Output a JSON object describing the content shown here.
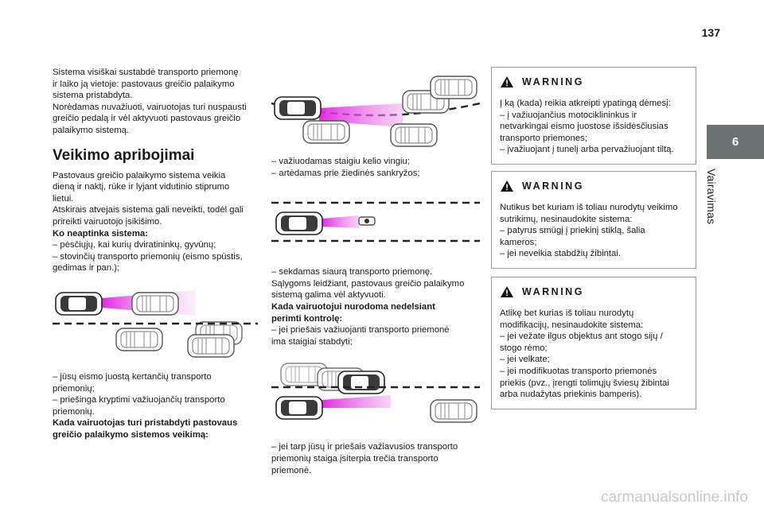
{
  "page_number": "137",
  "tab": {
    "number": "6",
    "label": "Vairavimas"
  },
  "col1": {
    "p1": [
      "Sistema visiškai sustabdė transporto priemonę",
      "ir laiko ją vietoje: pastovaus greičio palaikymo",
      "sistema pristabdyta.",
      "Norėdamas nuvažiuoti, vairuotojas turi nuspausti",
      "greičio pedalą ir vėl aktyvuoti pastovaus greičio",
      "palaikymo sistemą."
    ],
    "heading": "Veikimo apribojimai",
    "p2": [
      "Pastovaus greičio palaikymo sistema veikia",
      "dieną ir naktį, rūke ir lyjant vidutinio stiprumo",
      "lietui.",
      "Atskirais atvejais sistema gali neveikti, todėl gali",
      "prireikti vairuotojo įsikišimo."
    ],
    "sub1": "Ko neaptinka sistema:",
    "list1": [
      "–  pėsčiųjų, kai kurių dviratininkų, gyvūnų;",
      "–  stovinčių transporto priemonių (eismo spūstis,",
      "gedimas ir pan.);"
    ],
    "list2": [
      "–  jūsų eismo juostą kertančių transporto",
      "priemonių;",
      "–  priešinga kryptimi važiuojančių transporto",
      "priemonių."
    ],
    "sub2": [
      "Kada vairuotojas turi pristabdyti pastovaus",
      "greičio palaikymo sistemos veikimą:"
    ]
  },
  "col2": {
    "list1": [
      "–  važiuodamas staigiu kelio vingiu;",
      "–  artėdamas prie žiedinės sankryžos;"
    ],
    "list2": [
      "–  sekdamas siaurą transporto priemonę.",
      "Sąlygoms leidžiant, pastovaus greičio palaikymo",
      "sistemą galima vėl aktyvuoti."
    ],
    "sub": [
      "Kada vairuotojui nurodoma nedelsiant",
      "perimti kontrolę:"
    ],
    "list3": [
      "–  jei priešais važiuojanti transporto priemonė",
      "ima staigiai stabdyti;"
    ],
    "list4": [
      "–  jei tarp jūsų ir priešais važiavusios transporto",
      "priemonių staiga įsiterpia trečia transporto",
      "priemonė."
    ]
  },
  "warnings": [
    {
      "title": "WARNING",
      "lines": [
        "Į ką (kada) reikia atkreipti ypatingą dėmesį:",
        "–  į važiuojančius motociklininkus ir",
        "netvarkingai eismo juostose išsidėsčiusias",
        "transporto priemones;",
        "–  įvažiuojant į tunelį arba pervažiuojant tiltą."
      ]
    },
    {
      "title": "WARNING",
      "lines": [
        "Nutikus bet kuriam iš toliau nurodytų veikimo",
        "sutrikimų, nesinaudokite sistema:",
        "–  patyrus smūgį į priekinį stiklą, šalia",
        "kameros;",
        "–  jei neveikia stabdžių žibintai."
      ]
    },
    {
      "title": "WARNING",
      "lines": [
        "Atlikę bet kurias iš toliau nurodytų",
        "modifikacijų, nesinaudokite sistema:",
        "–  jei vežate ilgus objektus ant stogo sijų /",
        "stogo rėmo;",
        "–  jei velkate;",
        "–  jei modifikuotas transporto priemonės",
        "priekis (pvz., įrengti tolimųjų šviesų žibintai",
        "arba nudažytas priekinis bamperis)."
      ]
    }
  ],
  "watermark": "carmanualsonline.info",
  "colors": {
    "tab": "#6d7373",
    "beam": "#e020e0",
    "warning_box_border": "#9a9a9a"
  }
}
